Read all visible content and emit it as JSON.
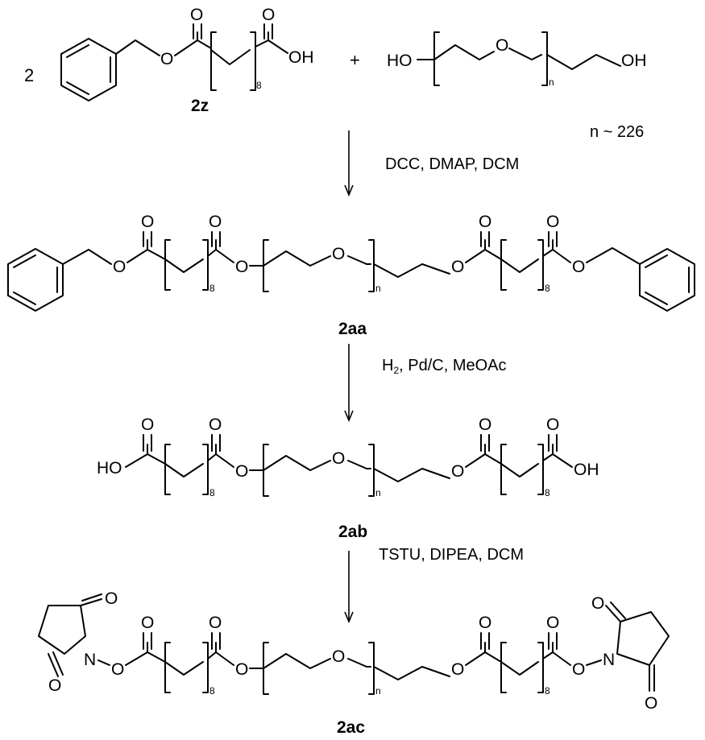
{
  "scheme": {
    "reactants": {
      "coefficient": "2",
      "plus": "+",
      "compound_2z_label": "2z",
      "peg_repeat_note": "n ~ 226"
    },
    "steps": [
      {
        "conditions": "DCC, DMAP, DCM",
        "product_label": "2aa"
      },
      {
        "conditions_prefix": "H",
        "conditions_sub": "2",
        "conditions_rest": ", Pd/C, MeOAc",
        "product_label": "2ab"
      },
      {
        "conditions": "TSTU, DIPEA, DCM",
        "product_label": "2ac"
      }
    ],
    "atoms": {
      "O": "O",
      "OH": "OH",
      "HO": "HO",
      "N": "N",
      "chain_count": "8",
      "peg_count": "n"
    }
  }
}
